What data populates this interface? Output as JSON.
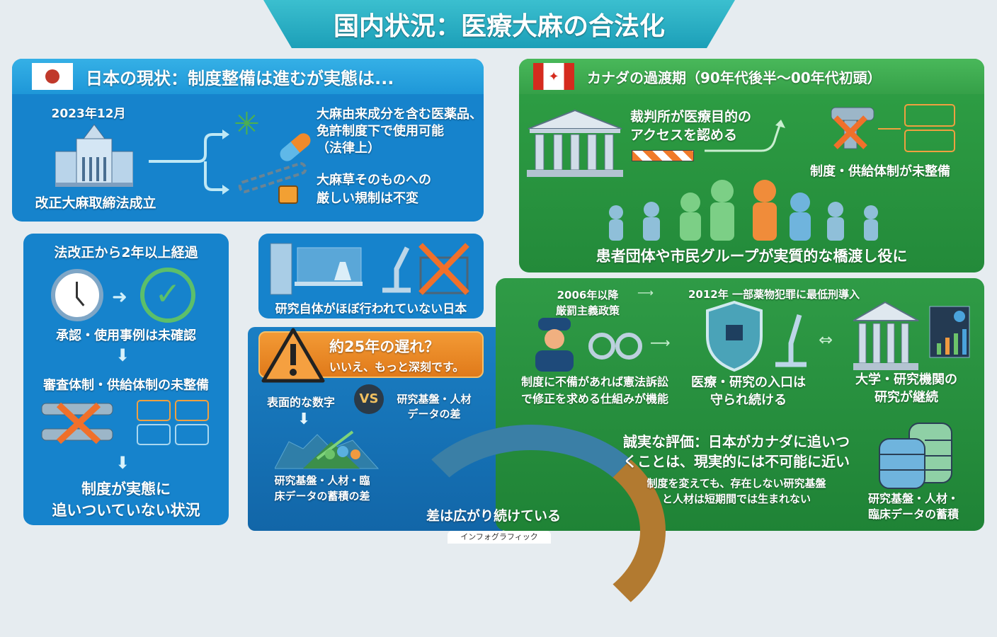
{
  "title": "国内状況：医療大麻の合法化",
  "japan": {
    "header": "日本の現状：制度整備は進むが実態は...",
    "date": "2023年12月",
    "law": "改正大麻取締法成立",
    "branch_top": [
      "大麻由来成分を含む医薬品、",
      "免許制度下で使用可能",
      "（法律上）"
    ],
    "branch_bottom": [
      "大麻草そのものへの",
      "厳しい規制は不変"
    ],
    "timeline": {
      "elapsed": "法改正から2年以上経過",
      "unconfirmed": "承認・使用事例は未確認",
      "gap": "審査体制・供給体制の未整備",
      "conclusion": [
        "制度が実態に",
        "追いついていない状況"
      ]
    },
    "lab_caption": "研究自体がほぼ行われていない日本",
    "warning": {
      "title": "約25年の遅れ？",
      "subtitle": "いいえ、もっと深刻です。"
    },
    "vs": {
      "left": "表面的な数字",
      "mark": "VS",
      "right": [
        "研究基盤・人材",
        "データの差"
      ]
    },
    "accumulation": [
      "研究基盤・人材・臨",
      "床データの蓄積の差"
    ],
    "widening": "差は広がり続けている"
  },
  "canada": {
    "header": "カナダの過渡期（90年代後半〜00年代初頭）",
    "court": [
      "裁判所が医療目的の",
      "アクセスを認める"
    ],
    "undeveloped": "制度・供給体制が未整備",
    "bridge": "患者団体や市民グループが実質的な橋渡し役に",
    "policy_2006": [
      "2006年以降",
      "厳罰主義政策"
    ],
    "policy_2012": "2012年 一部薬物犯罪に最低刑導入",
    "constitutional": [
      "制度に不備があれば憲法訴訟",
      "で修正を求める仕組みが機能"
    ],
    "protected": [
      "医療・研究の入口は",
      "守られ続ける"
    ],
    "universities": [
      "大学・研究機関の",
      "研究が継続"
    ],
    "assessment": [
      "誠実な評価：日本がカナダに追いつ",
      "くことは、現実的には不可能に近い"
    ],
    "assessment_sub": [
      "制度を変えても、存在しない研究基盤",
      "と人材は短期間では生まれない"
    ],
    "accumulation": [
      "研究基盤・人材・",
      "臨床データの蓄積"
    ]
  },
  "footer": "インフォグラフィック",
  "colors": {
    "japan_blue": "#1683cc",
    "canada_green": "#2a9641",
    "warning_orange": "#ee8a28",
    "title_teal": "#2bb0c4"
  }
}
